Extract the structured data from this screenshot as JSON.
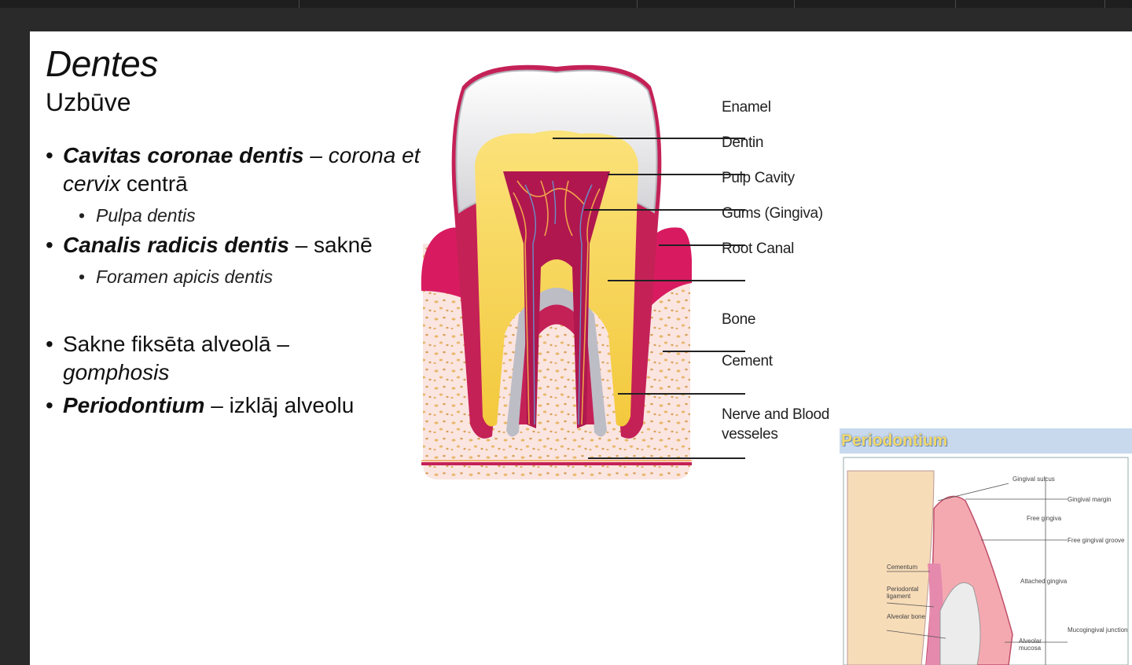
{
  "slide": {
    "title": "Dentes",
    "subtitle": "Uzbūve",
    "bullets": [
      {
        "bold": "Cavitas coronae dentis",
        "rest_italic": " – corona et cervix",
        "rest": " centrā"
      },
      {
        "sub": "Pulpa dentis"
      },
      {
        "bold": "Canalis radicis dentis",
        "rest": " – saknē"
      },
      {
        "sub": "Foramen apicis dentis"
      },
      {
        "text": "Sakne fiksēta alveolā –",
        "italic_after": "gomphosis"
      },
      {
        "bold": "Periodontium",
        "rest": " – izklāj alveolu"
      }
    ]
  },
  "tooth_diagram": {
    "labels": [
      "Enamel",
      "Dentin",
      "Pulp Cavity",
      "Gums (Gingiva)",
      "Root Canal",
      "Bone",
      "Cement",
      "Nerve and Blood",
      "vesseles"
    ]
  },
  "inset": {
    "title": "Periodontium",
    "labels": {
      "gingival_sulcus": "Gingival sulcus",
      "gingival_margin": "Gingival margin",
      "free_gingiva": "Free gingiva",
      "free_gingival_groove": "Free gingival groove",
      "cementum": "Cementum",
      "periodontal_ligament": "Periodontal ligament",
      "attached_gingiva": "Attached gingiva",
      "alveolar_bone": "Alveolar bone",
      "mucogingival_junction": "Mucogingival junction",
      "alveolar_mucosa": "Alveolar mucosa"
    }
  },
  "colors": {
    "enamel": "#f2f2f2",
    "dentin": "#f5d24e",
    "pulp": "#c2185b",
    "gum": "#d81b60",
    "bone": "#fbe3e0",
    "inset_title": "#f1d86b",
    "inset_header": "#c8d9ee"
  }
}
